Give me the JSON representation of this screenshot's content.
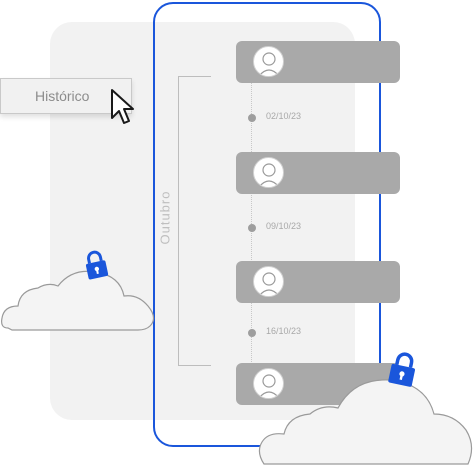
{
  "history_button": {
    "label": "Histórico"
  },
  "timeline": {
    "month_label": "Outubro",
    "dates": [
      "02/10/23",
      "09/10/23",
      "16/10/23"
    ],
    "entry_count": 4
  },
  "icons": [
    "cursor-arrow-icon",
    "user-avatar-icon",
    "lock-icon",
    "cloud-icon"
  ],
  "colors": {
    "accent": "#1a56db",
    "card": "#a9a9a9",
    "panel": "#f2f2f2"
  }
}
